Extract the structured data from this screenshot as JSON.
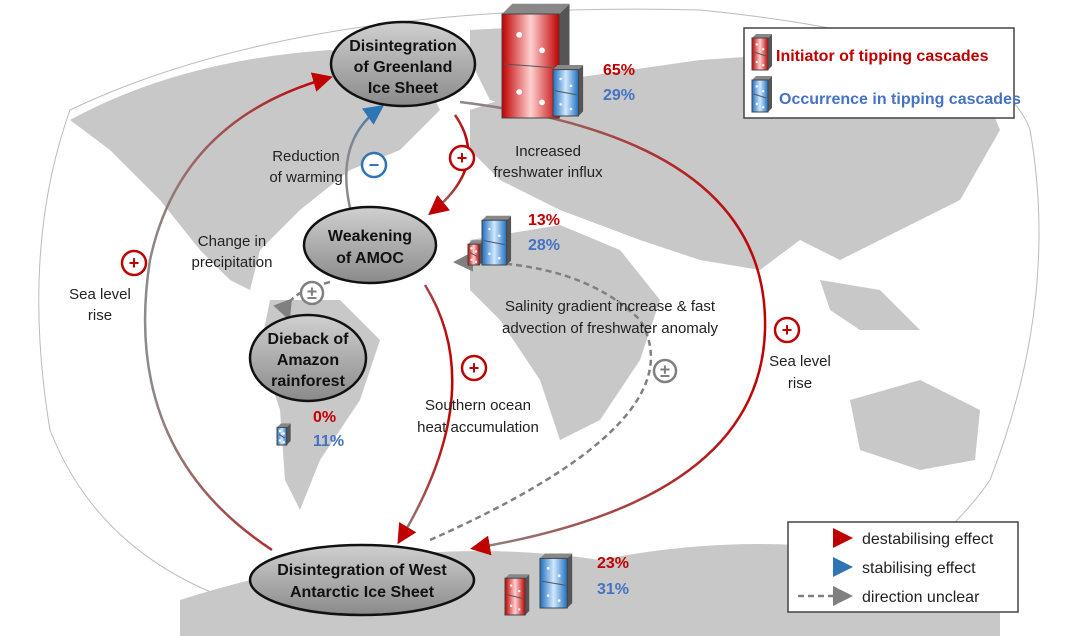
{
  "colors": {
    "red": "#c00000",
    "blue": "#2e75b6",
    "gray": "#808080",
    "land": "#c8c8c8"
  },
  "legend_top": {
    "initiator": "Initiator of tipping cascades",
    "occurrence": "Occurrence in tipping cascades"
  },
  "legend_bottom": {
    "destabilising": "destabilising effect",
    "stabilising": "stabilising effect",
    "unclear": "direction unclear"
  },
  "nodes": {
    "greenland": {
      "lines": [
        "Disintegration",
        "of Greenland",
        "Ice Sheet"
      ],
      "initiator": "65%",
      "occurrence": "29%",
      "initiator_value": 65,
      "occurrence_value": 29
    },
    "amoc": {
      "lines": [
        "Weakening",
        "of AMOC"
      ],
      "initiator": "13%",
      "occurrence": "28%",
      "initiator_value": 13,
      "occurrence_value": 28
    },
    "amazon": {
      "lines": [
        "Dieback of",
        "Amazon",
        "rainforest"
      ],
      "initiator": "0%",
      "occurrence": "11%",
      "initiator_value": 0,
      "occurrence_value": 11
    },
    "wais": {
      "lines": [
        "Disintegration of West",
        "Antarctic Ice Sheet"
      ],
      "initiator": "23%",
      "occurrence": "31%",
      "initiator_value": 23,
      "occurrence_value": 31
    }
  },
  "links": {
    "reduction": [
      "Reduction",
      "of warming"
    ],
    "freshwater": [
      "Increased",
      "freshwater influx"
    ],
    "precip": [
      "Change in",
      "precipitation"
    ],
    "slr_left": [
      "Sea level",
      "rise"
    ],
    "salinity": [
      "Salinity gradient increase & fast",
      "advection of freshwater anomaly"
    ],
    "southern": [
      "Southern ocean",
      "heat accumulation"
    ],
    "slr_right": [
      "Sea level",
      "rise"
    ]
  },
  "signs": {
    "plus": "+",
    "minus": "−",
    "plusminus": "±"
  }
}
